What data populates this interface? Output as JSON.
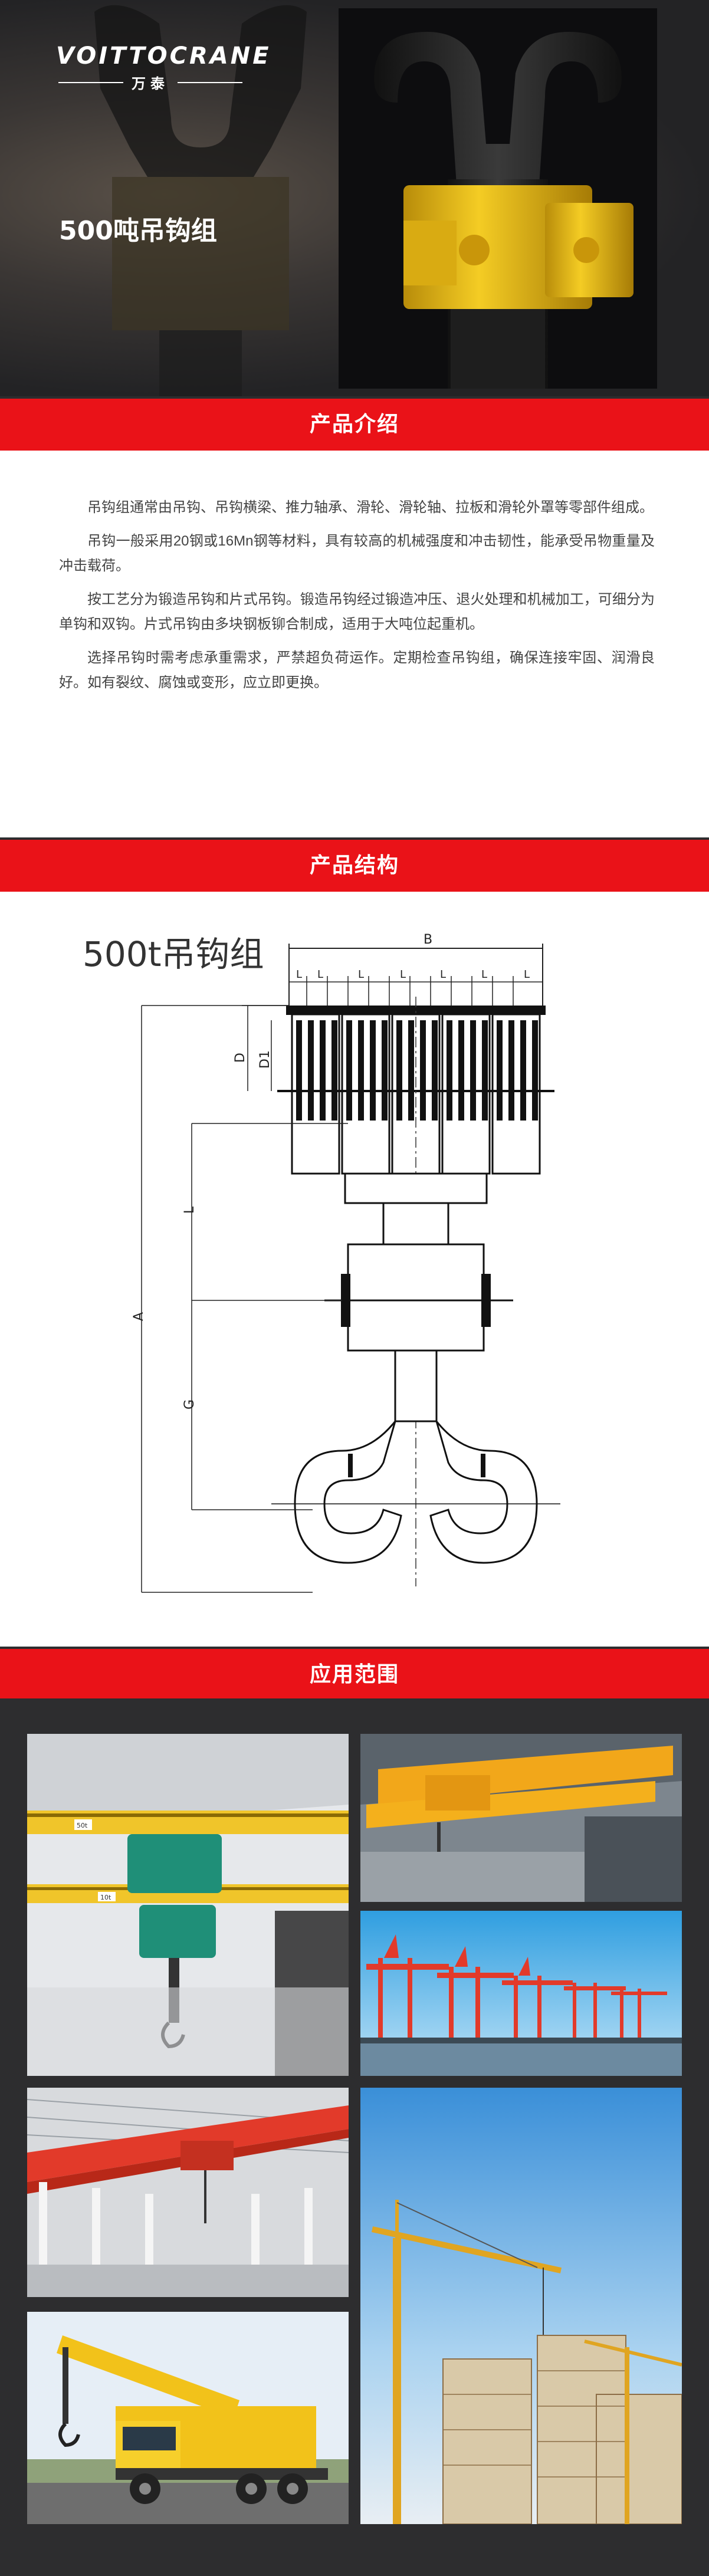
{
  "brand": {
    "logo_en": "VOITTOCRANE",
    "logo_cn": "万泰"
  },
  "hero": {
    "title": "500吨吊钩组"
  },
  "sections": {
    "intro": "产品介绍",
    "structure": "产品结构",
    "application": "应用范围"
  },
  "intro": {
    "paragraphs": [
      "吊钩组通常由吊钩、吊钩横梁、推力轴承、滑轮、滑轮轴、拉板和滑轮外罩等零部件组成。",
      "吊钩一般采用20钢或16Mn钢等材料，具有较高的机械强度和冲击韧性，能承受吊物重量及冲击载荷。",
      "按工艺分为锻造吊钩和片式吊钩。锻造吊钩经过锻造冲压、退火处理和机械加工，可细分为单钩和双钩。片式吊钩由多块钢板铆合制成，适用于大吨位起重机。",
      "选择吊钩时需考虑承重需求，严禁超负荷运作。定期检查吊钩组，确保连接牢固、润滑良好。如有裂纹、腐蚀或变形，应立即更换。"
    ]
  },
  "diagram": {
    "title": "500t吊钩组",
    "dims": {
      "B": "B",
      "D": "D",
      "D1": "D1",
      "L": "L",
      "A": "A",
      "G": "G",
      "l": "L"
    }
  },
  "colors": {
    "accent": "#ea1218",
    "dark": "#2d2d2f",
    "crane_yellow": "#f2c21a",
    "crane_red": "#e23a2a"
  },
  "application": {
    "photos": [
      "workshop-hoist-photo",
      "overhead-crane-photo",
      "port-cranes-photo",
      "red-bridge-crane-photo",
      "tower-crane-photo",
      "truck-crane-photo"
    ],
    "hoist_tag_1": "50t",
    "hoist_tag_2": "10t"
  }
}
